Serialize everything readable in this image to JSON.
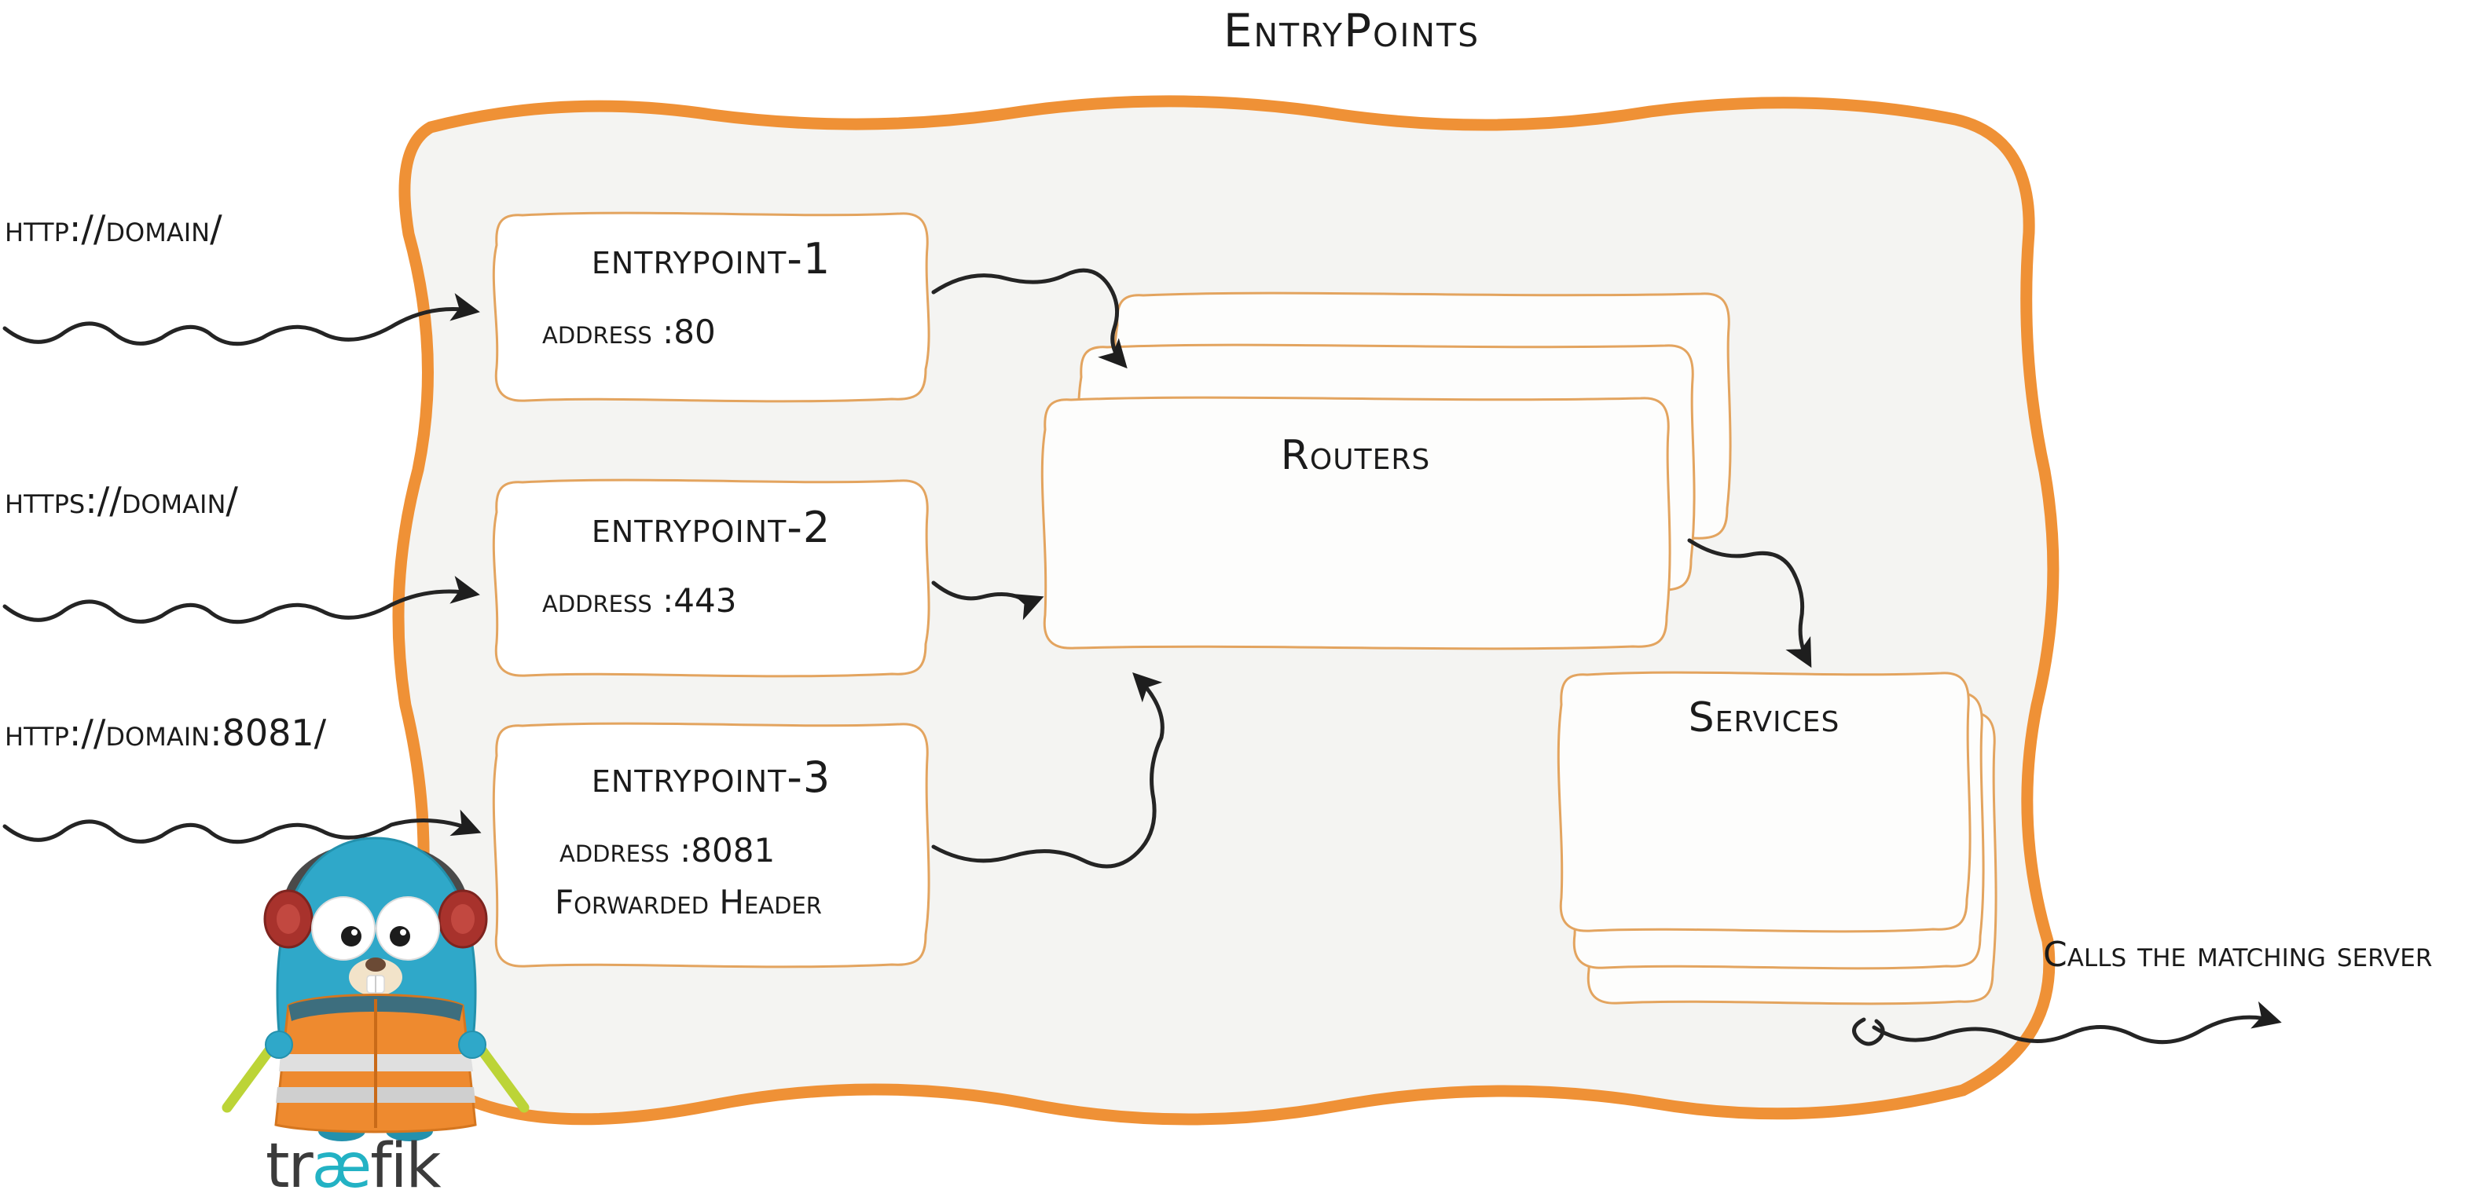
{
  "title": "EntryPoints",
  "requests": [
    {
      "label": "http://domain/"
    },
    {
      "label": "https://domain/"
    },
    {
      "label": "http://domain:8081/"
    }
  ],
  "entrypoints": [
    {
      "name": "entrypoint-1",
      "address": "address :80",
      "extra": ""
    },
    {
      "name": "entrypoint-2",
      "address": "address :443",
      "extra": ""
    },
    {
      "name": "entrypoint-3",
      "address": "address :8081",
      "extra": "Forwarded Header"
    }
  ],
  "routers": {
    "label": "Routers"
  },
  "services": {
    "label": "Services"
  },
  "output": {
    "label": "Calls the matching server"
  },
  "logo": {
    "wordmark": {
      "pre": "tr",
      "ligature": "æ",
      "post": "fik"
    }
  },
  "colors": {
    "accent_orange": "#ef9136",
    "box_border": "#e3a45f",
    "ink": "#1b1b1b",
    "teal": "#23b2c4",
    "gopher_blue": "#2fa8c9",
    "vest_orange": "#ee8a2f",
    "headphone_red": "#a8322c",
    "glowstick_green": "#bcd437"
  }
}
